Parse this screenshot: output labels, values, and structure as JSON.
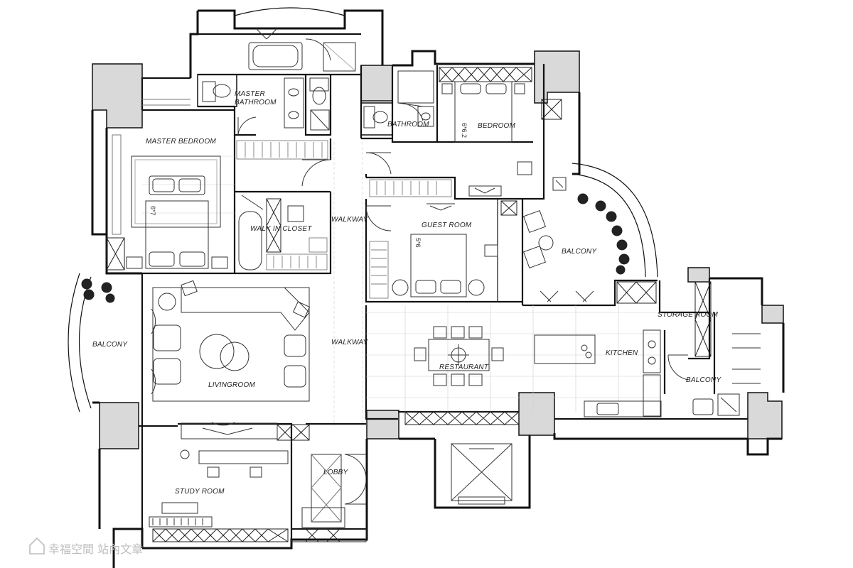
{
  "rooms": {
    "master_bathroom": [
      "MASTER",
      "BATHROOM"
    ],
    "master_bedroom": "MASTER BEDROOM",
    "walk_in_closet": "WALK IN CLOSET",
    "bathroom": "BATHROOM",
    "bedroom": "BEDROOM",
    "guest_room": "GUEST ROOM",
    "walkway_upper": "WALKWAY",
    "walkway_lower": "WALKWAY",
    "balcony_right": "BALCONY",
    "balcony_left": "BALCONY",
    "balcony_kitchen": "BALCONY",
    "storage_room": "STORAGE ROOM",
    "kitchen": "KITCHEN",
    "restaurant": "RESTAURANT",
    "livingroom": "LIVINGROOM",
    "study_room": "STUDY ROOM",
    "lobby": "LOBBY"
  },
  "bed_sizes": {
    "master": "6*7",
    "bedroom": "6*6.2",
    "guest": "5*6"
  },
  "watermark": "幸福空間 站內文章",
  "colors": {
    "wall": "#111111",
    "column": "#d9d9d9",
    "floor_line": "#bbbbbb",
    "furniture": "#444444"
  }
}
